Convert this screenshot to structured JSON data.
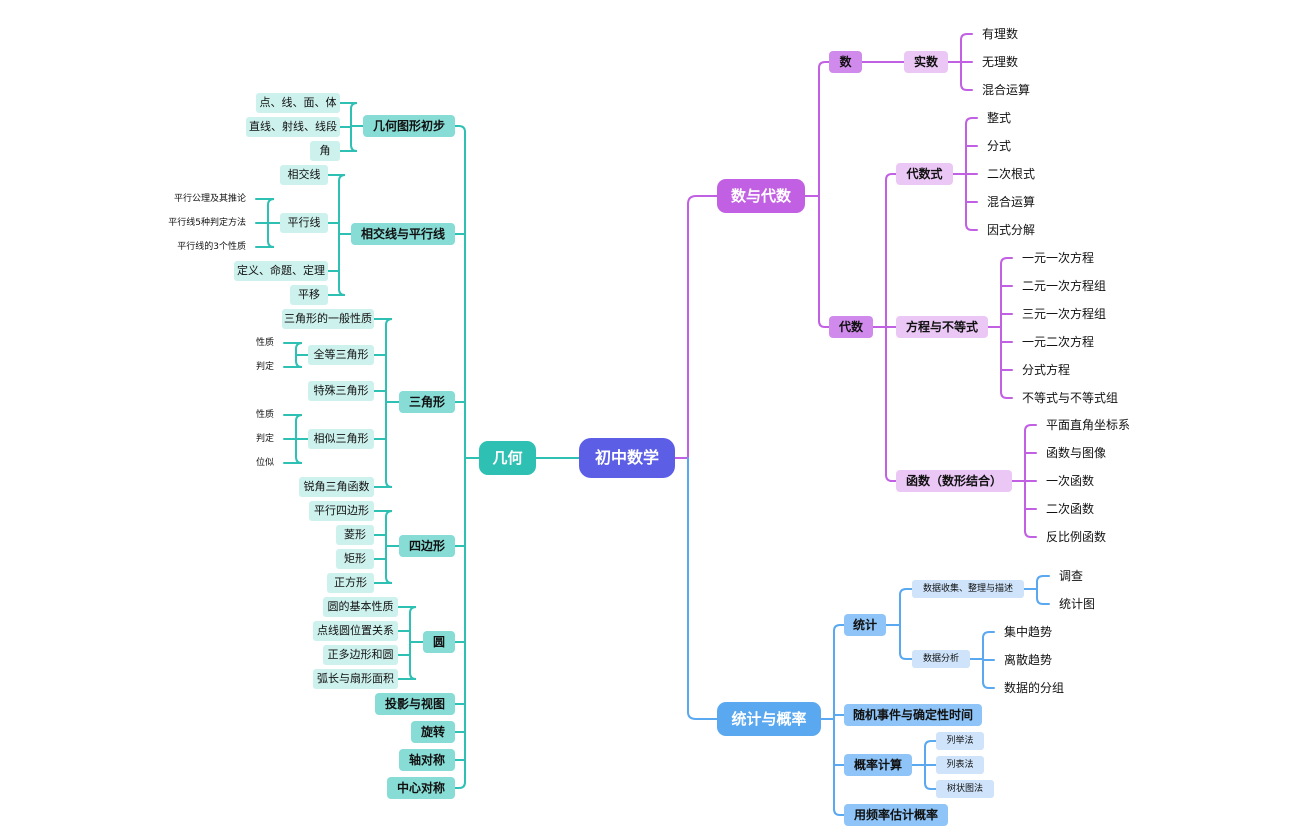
{
  "colors": {
    "root": "#5c5ee6",
    "geometry": "#2fc0b4",
    "geometry_line": "#2fc0b4",
    "geometry_fill": "#87ddd6",
    "geometry_fill_light": "#cdf1ed",
    "algebra": "#c260e3",
    "algebra_line": "#c260e3",
    "algebra_fill": "#d08aec",
    "algebra_fill_light": "#ebc7f6",
    "stats": "#5aa8f0",
    "stats_line": "#5aa8f0",
    "stats_fill": "#8ec4f7",
    "stats_fill_light": "#cfe4fb"
  },
  "root": {
    "label": "初中数学"
  },
  "geometry": {
    "label": "几何",
    "children": [
      {
        "label": "几何图形初步",
        "children": [
          {
            "label": "点、线、面、体"
          },
          {
            "label": "直线、射线、线段"
          },
          {
            "label": "角"
          }
        ]
      },
      {
        "label": "相交线与平行线",
        "children": [
          {
            "label": "相交线"
          },
          {
            "label": "平行线",
            "children": [
              {
                "label": "平行公理及其推论"
              },
              {
                "label": "平行线5种判定方法"
              },
              {
                "label": "平行线的3个性质"
              }
            ]
          },
          {
            "label": "定义、命题、定理"
          },
          {
            "label": "平移"
          }
        ]
      },
      {
        "label": "三角形",
        "children": [
          {
            "label": "三角形的一般性质"
          },
          {
            "label": "全等三角形",
            "children": [
              {
                "label": "性质"
              },
              {
                "label": "判定"
              }
            ]
          },
          {
            "label": "特殊三角形"
          },
          {
            "label": "相似三角形",
            "children": [
              {
                "label": "性质"
              },
              {
                "label": "判定"
              },
              {
                "label": "位似"
              }
            ]
          },
          {
            "label": "锐角三角函数"
          }
        ]
      },
      {
        "label": "四边形",
        "children": [
          {
            "label": "平行四边形"
          },
          {
            "label": "菱形"
          },
          {
            "label": "矩形"
          },
          {
            "label": "正方形"
          }
        ]
      },
      {
        "label": "圆",
        "children": [
          {
            "label": "圆的基本性质"
          },
          {
            "label": "点线圆位置关系"
          },
          {
            "label": "正多边形和圆"
          },
          {
            "label": "弧长与扇形面积"
          }
        ]
      },
      {
        "label": "投影与视图"
      },
      {
        "label": "旋转"
      },
      {
        "label": "轴对称"
      },
      {
        "label": "中心对称"
      }
    ]
  },
  "algebra": {
    "label": "数与代数",
    "children": [
      {
        "label": "数",
        "children": [
          {
            "label": "实数",
            "children": [
              {
                "label": "有理数"
              },
              {
                "label": "无理数"
              },
              {
                "label": "混合运算"
              }
            ]
          }
        ]
      },
      {
        "label": "代数",
        "children": [
          {
            "label": "代数式",
            "children": [
              {
                "label": "整式"
              },
              {
                "label": "分式"
              },
              {
                "label": "二次根式"
              },
              {
                "label": "混合运算"
              },
              {
                "label": "因式分解"
              }
            ]
          },
          {
            "label": "方程与不等式",
            "children": [
              {
                "label": "一元一次方程"
              },
              {
                "label": "二元一次方程组"
              },
              {
                "label": "三元一次方程组"
              },
              {
                "label": "一元二次方程"
              },
              {
                "label": "分式方程"
              },
              {
                "label": "不等式与不等式组"
              }
            ]
          },
          {
            "label": "函数（数形结合）",
            "children": [
              {
                "label": "平面直角坐标系"
              },
              {
                "label": "函数与图像"
              },
              {
                "label": "一次函数"
              },
              {
                "label": "二次函数"
              },
              {
                "label": "反比例函数"
              }
            ]
          }
        ]
      }
    ]
  },
  "stats": {
    "label": "统计与概率",
    "children": [
      {
        "label": "统计",
        "children": [
          {
            "label": "数据收集、整理与描述",
            "children": [
              {
                "label": "调查"
              },
              {
                "label": "统计图"
              }
            ]
          },
          {
            "label": "数据分析",
            "children": [
              {
                "label": "集中趋势"
              },
              {
                "label": "离散趋势"
              },
              {
                "label": "数据的分组"
              }
            ]
          }
        ]
      },
      {
        "label": "随机事件与确定性时间"
      },
      {
        "label": "概率计算",
        "children": [
          {
            "label": "列举法"
          },
          {
            "label": "列表法"
          },
          {
            "label": "树状图法"
          }
        ]
      },
      {
        "label": "用频率估计概率"
      }
    ]
  }
}
